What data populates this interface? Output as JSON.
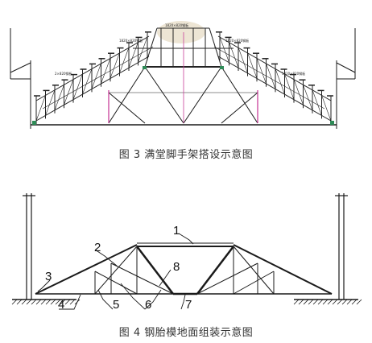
{
  "figure3": {
    "caption": "图 3  满堂脚手架搭设示意图",
    "labels": [
      "1820×820钢板",
      "1820×820钢板",
      "1820×820钢板",
      "2×820钢板",
      "1820×820钢板"
    ]
  },
  "figure4": {
    "caption": "图 4  钢胎模地面组装示意图",
    "callouts": [
      "1",
      "2",
      "3",
      "4",
      "5",
      "6",
      "7",
      "8"
    ]
  },
  "colors": {
    "line": "#1a1a1a",
    "scaffold": "#222222",
    "magenta": "#c8409a",
    "green": "#2e8b57",
    "tan": "#d8c6a0"
  }
}
